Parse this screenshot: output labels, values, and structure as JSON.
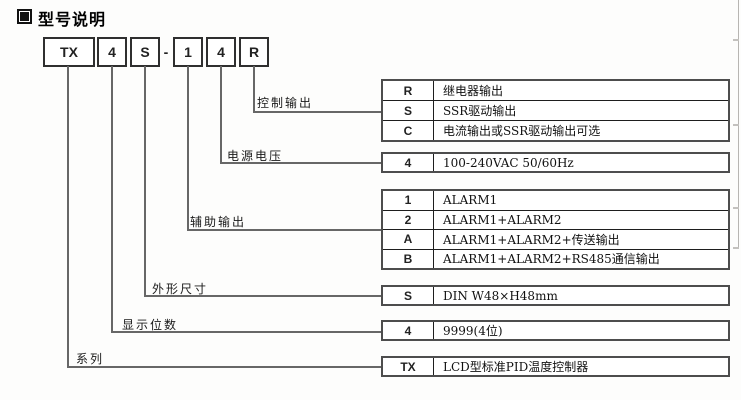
{
  "header": {
    "title": "型号说明"
  },
  "model_code": {
    "boxes": [
      "TX",
      "4",
      "S",
      "1",
      "4",
      "R"
    ],
    "separator": "-"
  },
  "branches": [
    {
      "label": "控制输出",
      "rows": [
        {
          "key": "R",
          "desc": "继电器输出"
        },
        {
          "key": "S",
          "desc": "SSR驱动输出"
        },
        {
          "key": "C",
          "desc": "电流输出或SSR驱动输出可选"
        }
      ]
    },
    {
      "label": "电源电压",
      "rows": [
        {
          "key": "4",
          "desc": "100-240VAC 50/60Hz"
        }
      ]
    },
    {
      "label": "辅助输出",
      "rows": [
        {
          "key": "1",
          "desc": "ALARM1"
        },
        {
          "key": "2",
          "desc": "ALARM1+ALARM2"
        },
        {
          "key": "A",
          "desc": "ALARM1+ALARM2+传送输出"
        },
        {
          "key": "B",
          "desc": "ALARM1+ALARM2+RS485通信输出"
        }
      ]
    },
    {
      "label": "外形尺寸",
      "rows": [
        {
          "key": "S",
          "desc": "DIN W48×H48mm"
        }
      ]
    },
    {
      "label": "显示位数",
      "rows": [
        {
          "key": "4",
          "desc": "9999(4位)"
        }
      ]
    },
    {
      "label": "系列",
      "rows": [
        {
          "key": "TX",
          "desc": "LCD型标准PID温度控制器"
        }
      ]
    }
  ]
}
